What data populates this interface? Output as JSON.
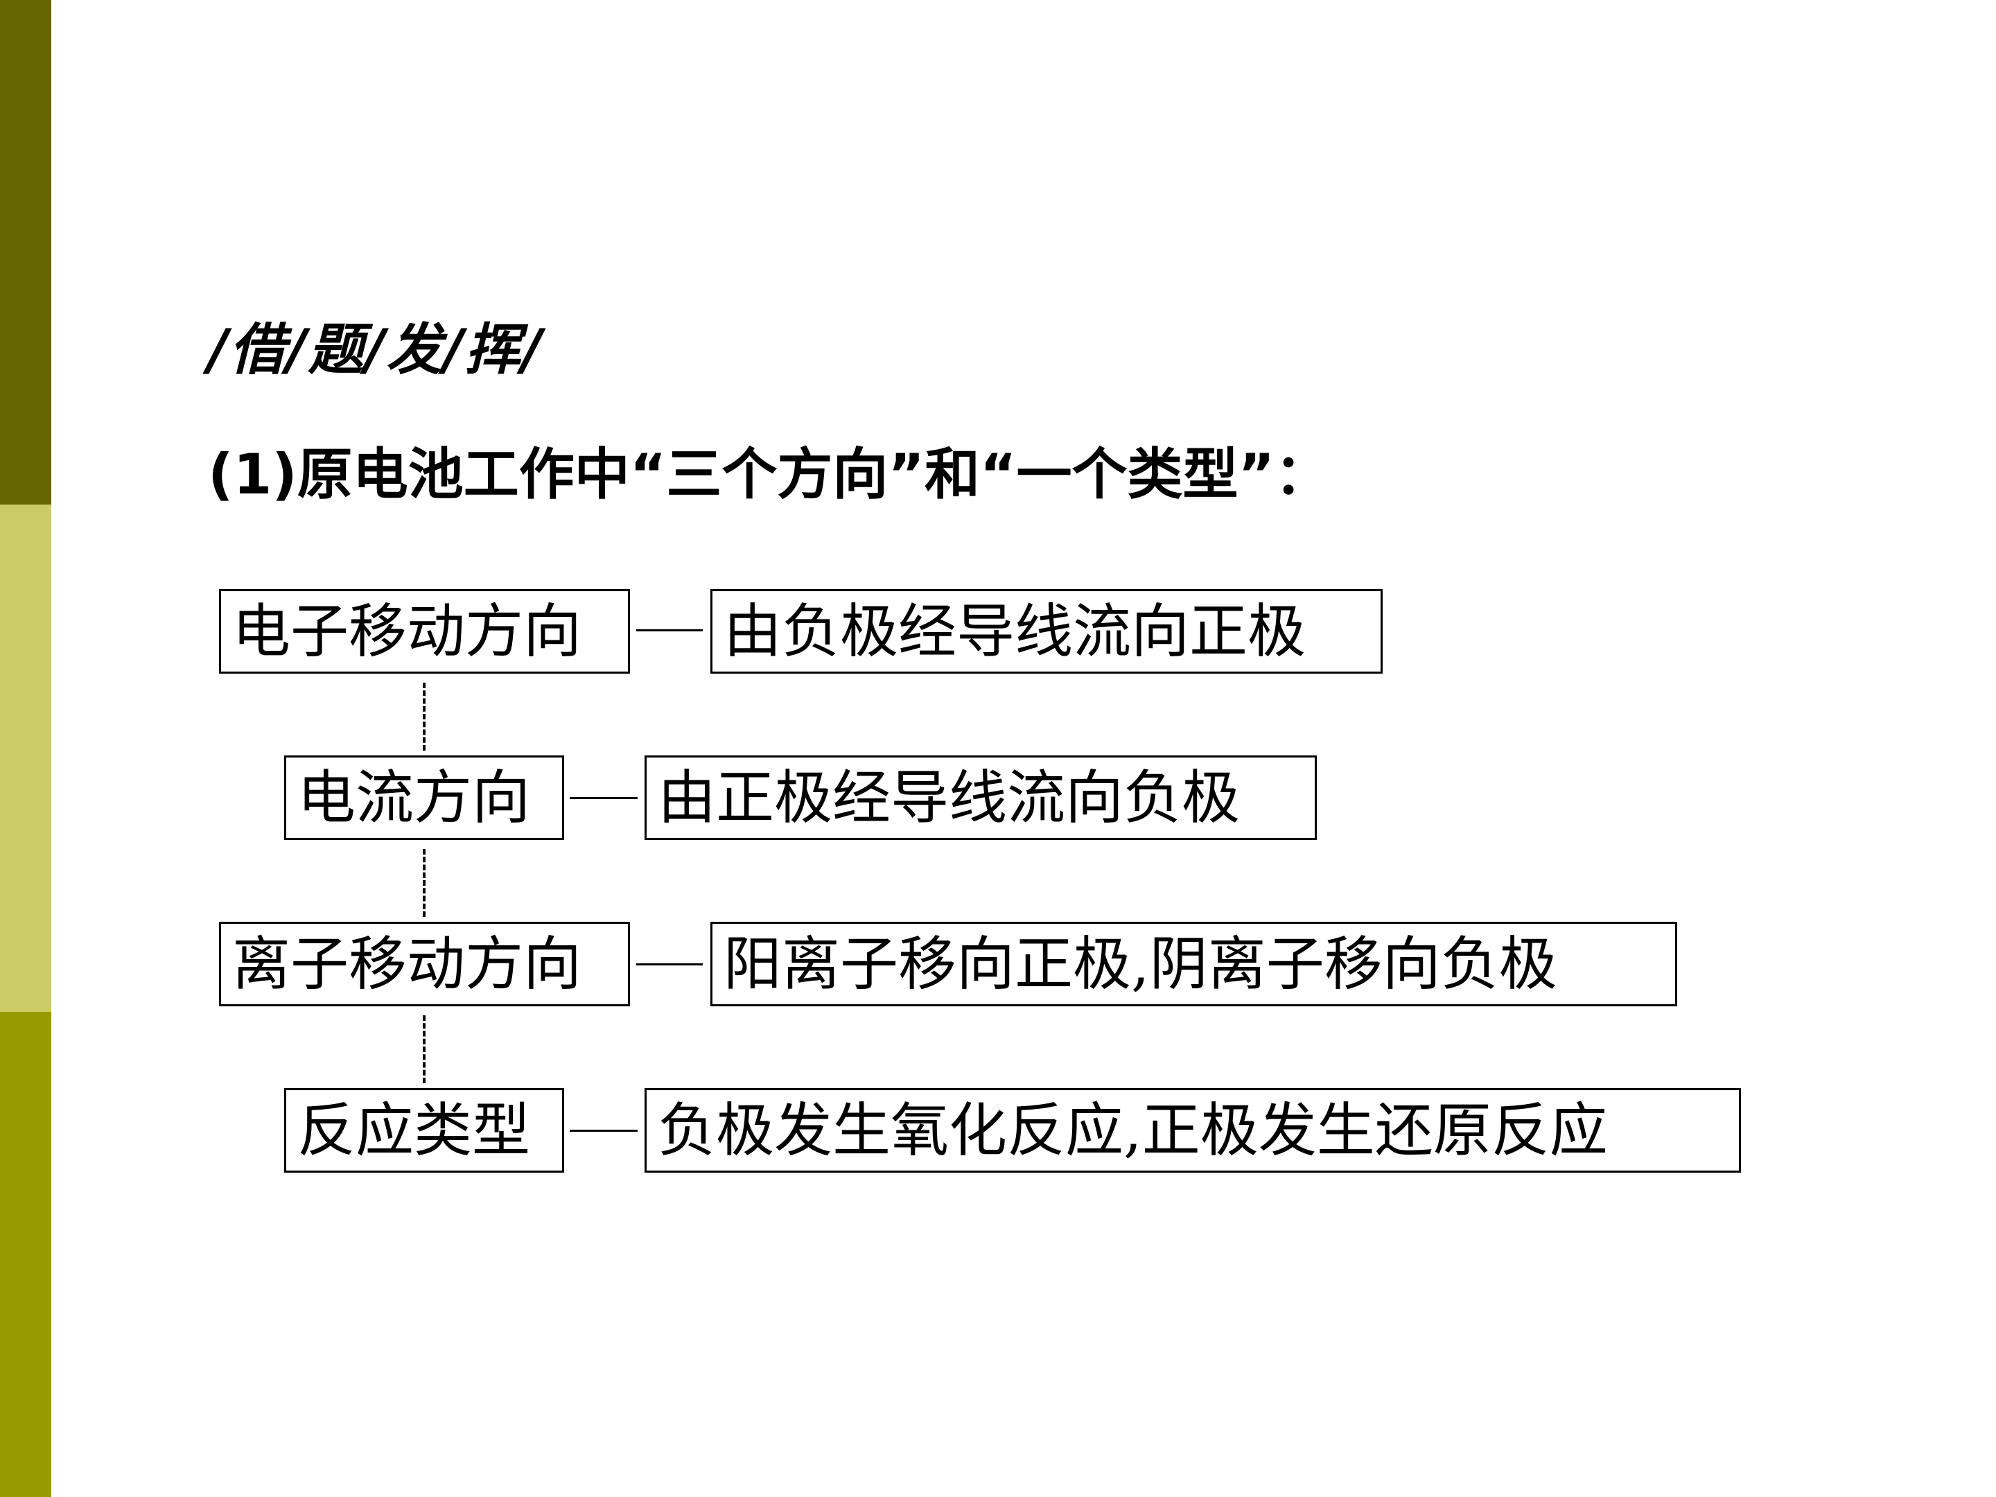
{
  "theme": {
    "strip_colors": [
      "#666600",
      "#CCCC66",
      "#999900"
    ]
  },
  "section_label": "/借/题/发/挥/",
  "heading": "(1)原电池工作中“三个方向”和“一个类型”：",
  "rows": [
    {
      "term": "电子移动方向",
      "desc": "由负极经导线流向正极"
    },
    {
      "term": "电流方向",
      "desc": "由正极经导线流向负极"
    },
    {
      "term": "离子移动方向",
      "desc": "阳离子移向正极,阴离子移向负极"
    },
    {
      "term": "反应类型",
      "desc": "负极发生氧化反应,正极发生还原反应"
    }
  ]
}
